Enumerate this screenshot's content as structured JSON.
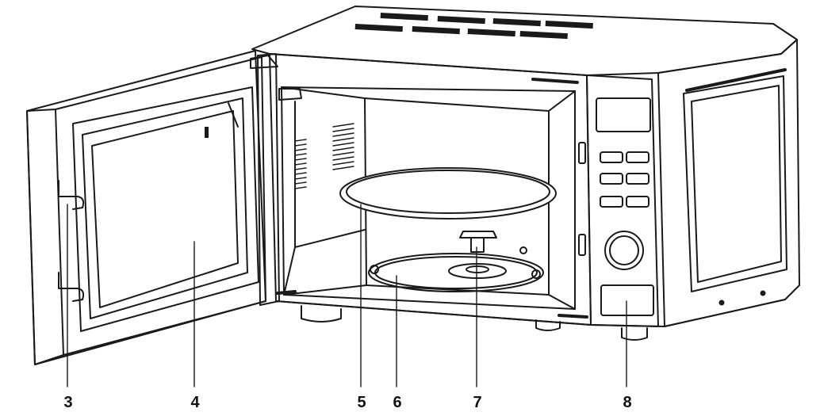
{
  "callouts": [
    {
      "id": "door_hook",
      "number": "3"
    },
    {
      "id": "door_window",
      "number": "4"
    },
    {
      "id": "glass_turntable",
      "number": "5"
    },
    {
      "id": "roller_ring",
      "number": "6"
    },
    {
      "id": "turntable_shaft",
      "number": "7"
    },
    {
      "id": "control_panel",
      "number": "8"
    }
  ]
}
